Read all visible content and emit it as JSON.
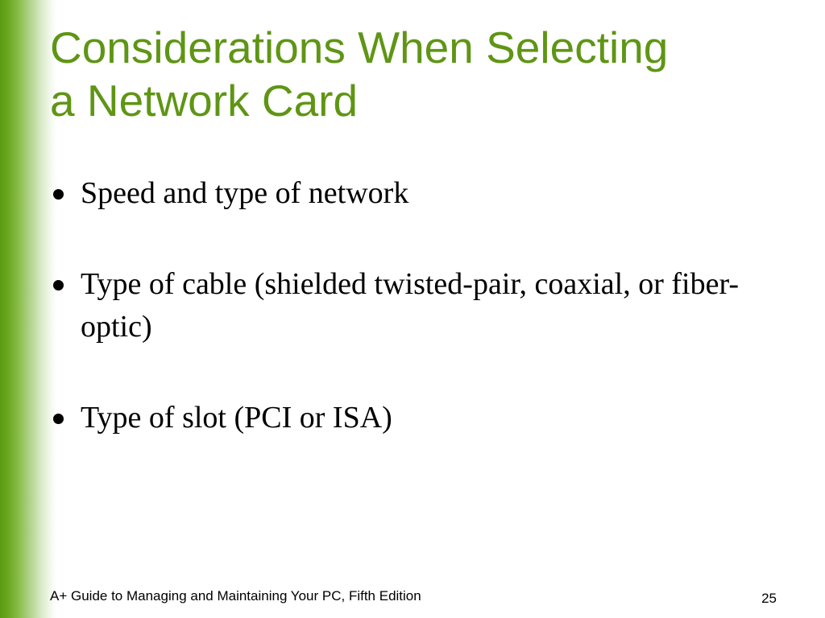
{
  "slide": {
    "title_line1": "Considerations When Selecting",
    "title_line2": "a Network Card",
    "bullets": [
      {
        "text": "Speed and type of network"
      },
      {
        "text": "Type of cable (shielded twisted-pair, coaxial, or fiber-optic)"
      },
      {
        "text": "Type of slot (PCI or ISA)"
      }
    ],
    "footer": {
      "book_title": "A+ Guide to Managing and Maintaining Your PC, Fifth Edition",
      "page_number": "25"
    }
  },
  "colors": {
    "accent": "#5f9515",
    "band": "#5a9a14",
    "text": "#000000",
    "background": "#ffffff"
  }
}
